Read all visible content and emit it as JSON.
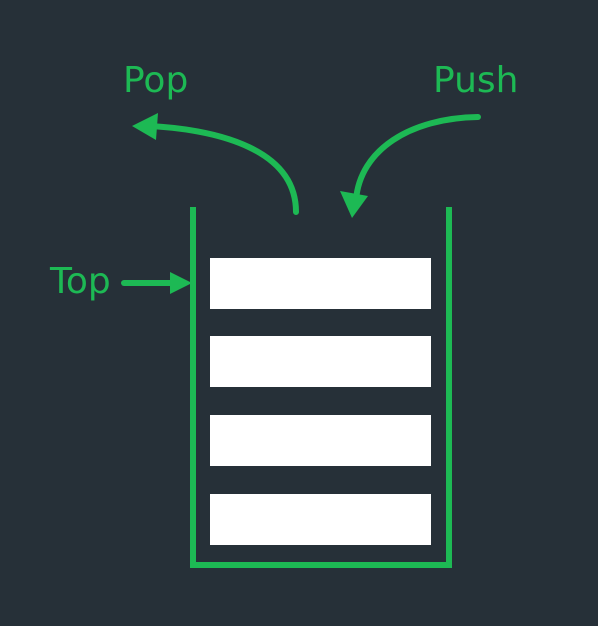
{
  "labels": {
    "pop": "Pop",
    "push": "Push",
    "top": "Top"
  },
  "stack": {
    "item_count": 4
  },
  "colors": {
    "background": "#263038",
    "accent": "#1DB954",
    "item_fill": "#FFFFFF"
  }
}
